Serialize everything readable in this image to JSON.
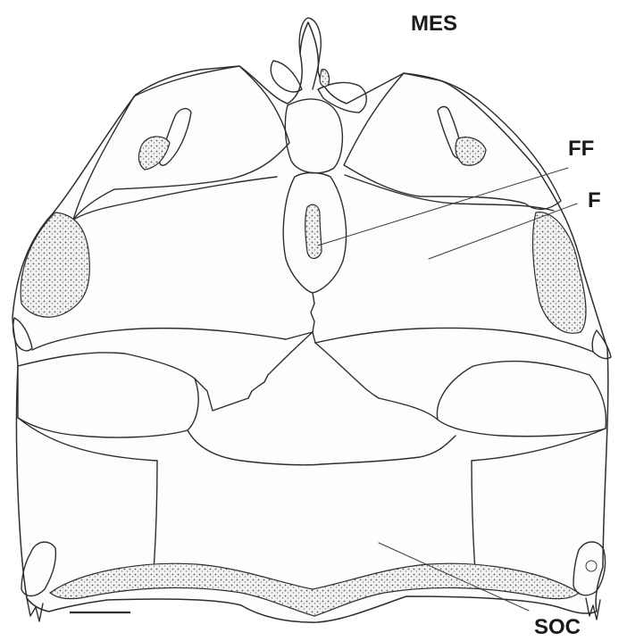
{
  "labels": {
    "mes": "MES",
    "ff": "FF",
    "f": "F",
    "soc": "SOC"
  },
  "colors": {
    "ink": "#2e2e2e",
    "paper": "#ffffff"
  }
}
